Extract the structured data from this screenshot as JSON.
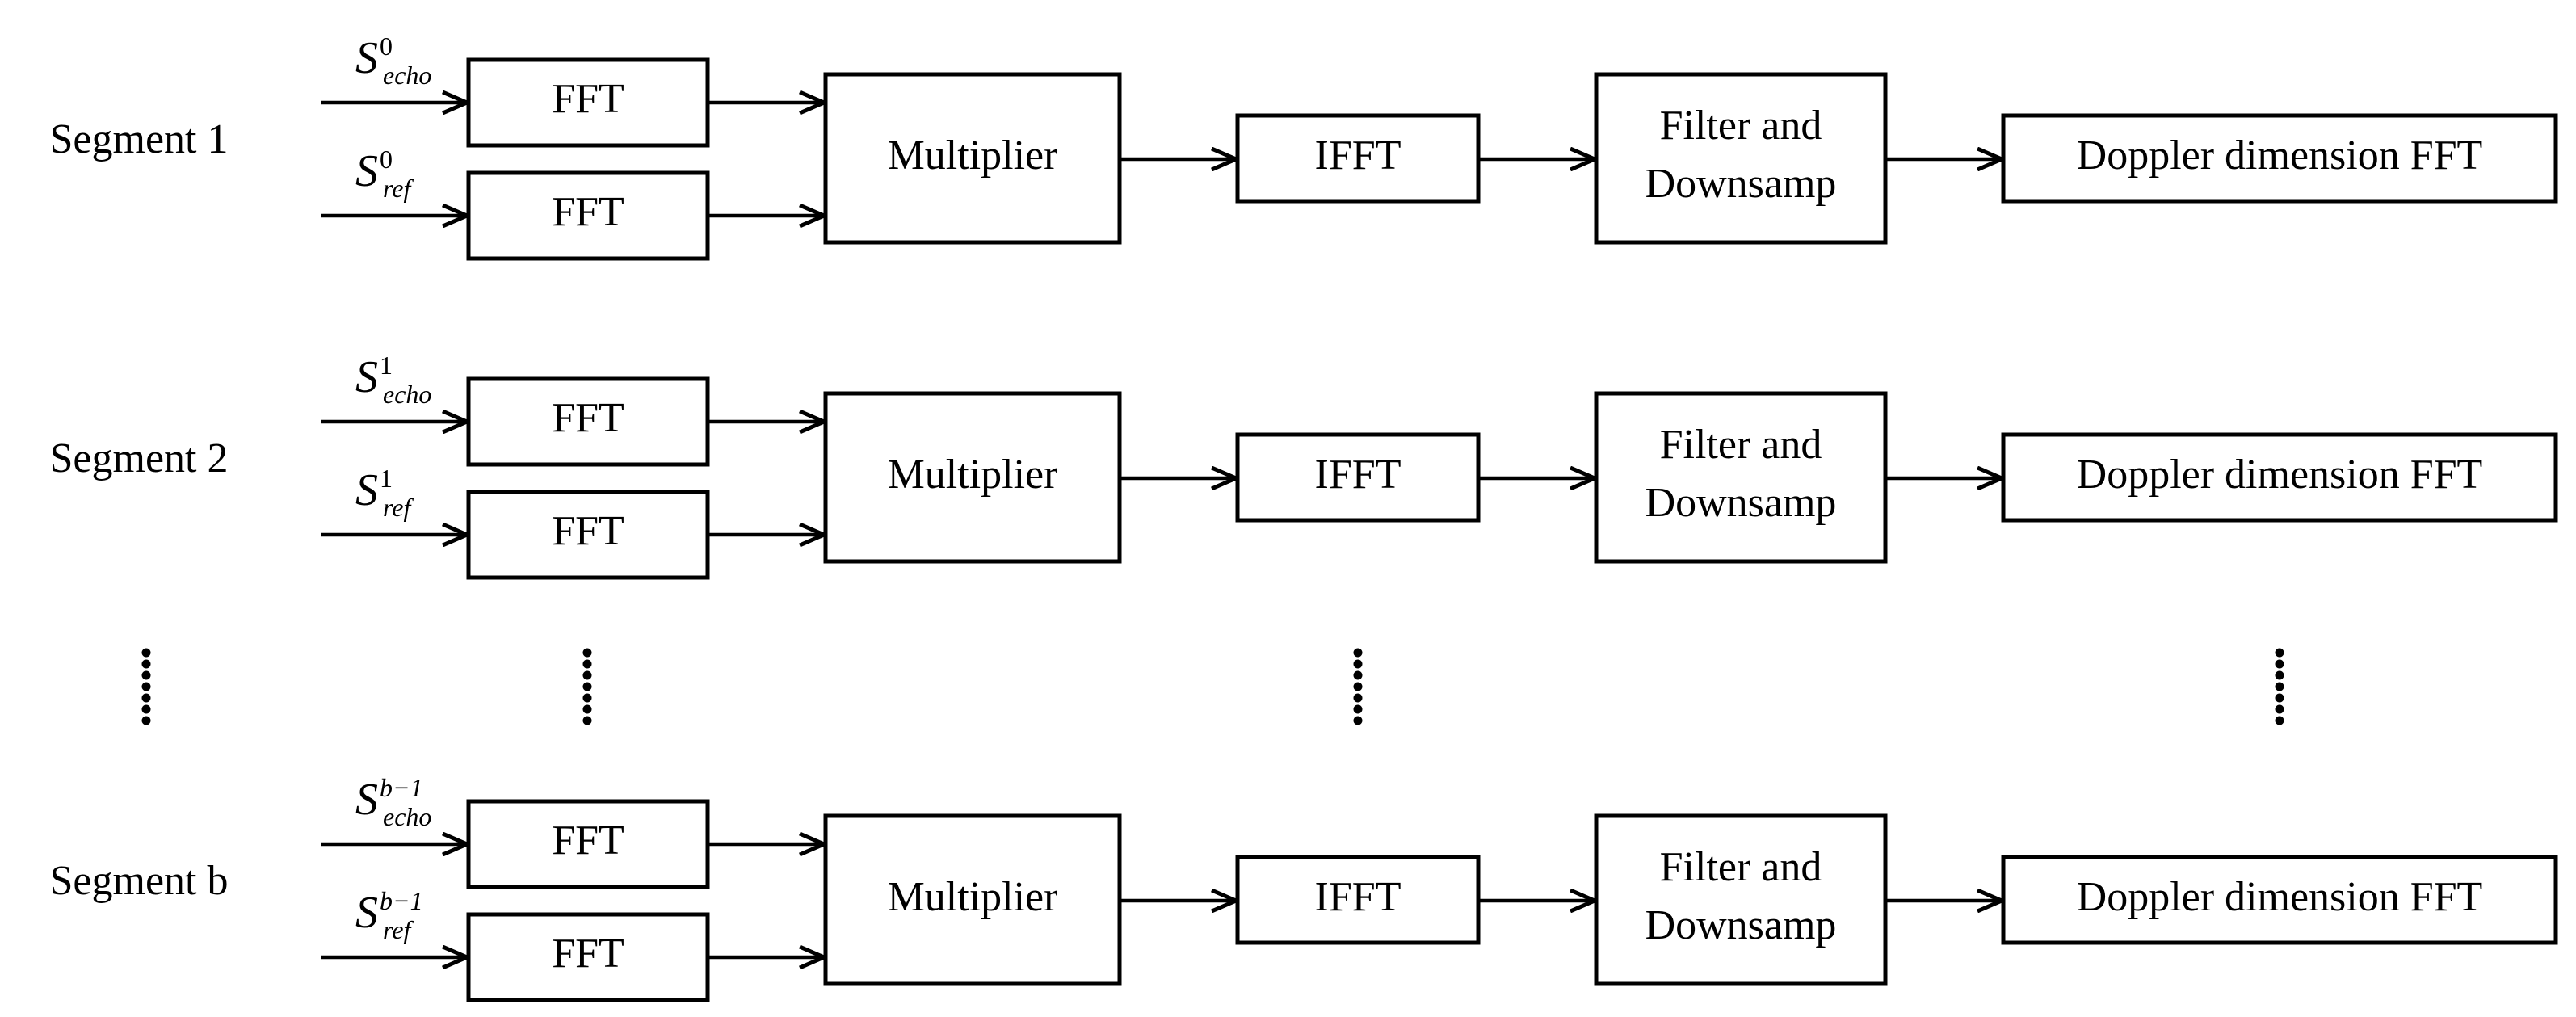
{
  "blocks": {
    "fft": "FFT",
    "multiplier": "Multiplier",
    "ifft": "IFFT",
    "filter_line1": "Filter and",
    "filter_line2": "Downsamp",
    "doppler": "Doppler dimension FFT"
  },
  "symbols": {
    "base": "S",
    "echo_sub": "echo",
    "ref_sub": "ref"
  },
  "segments": [
    {
      "label": "Segment 1",
      "superscript": "0"
    },
    {
      "label": "Segment 2",
      "superscript": "1"
    },
    {
      "label": "Segment b",
      "superscript": "b−1"
    }
  ],
  "ellipsis": "⋮"
}
